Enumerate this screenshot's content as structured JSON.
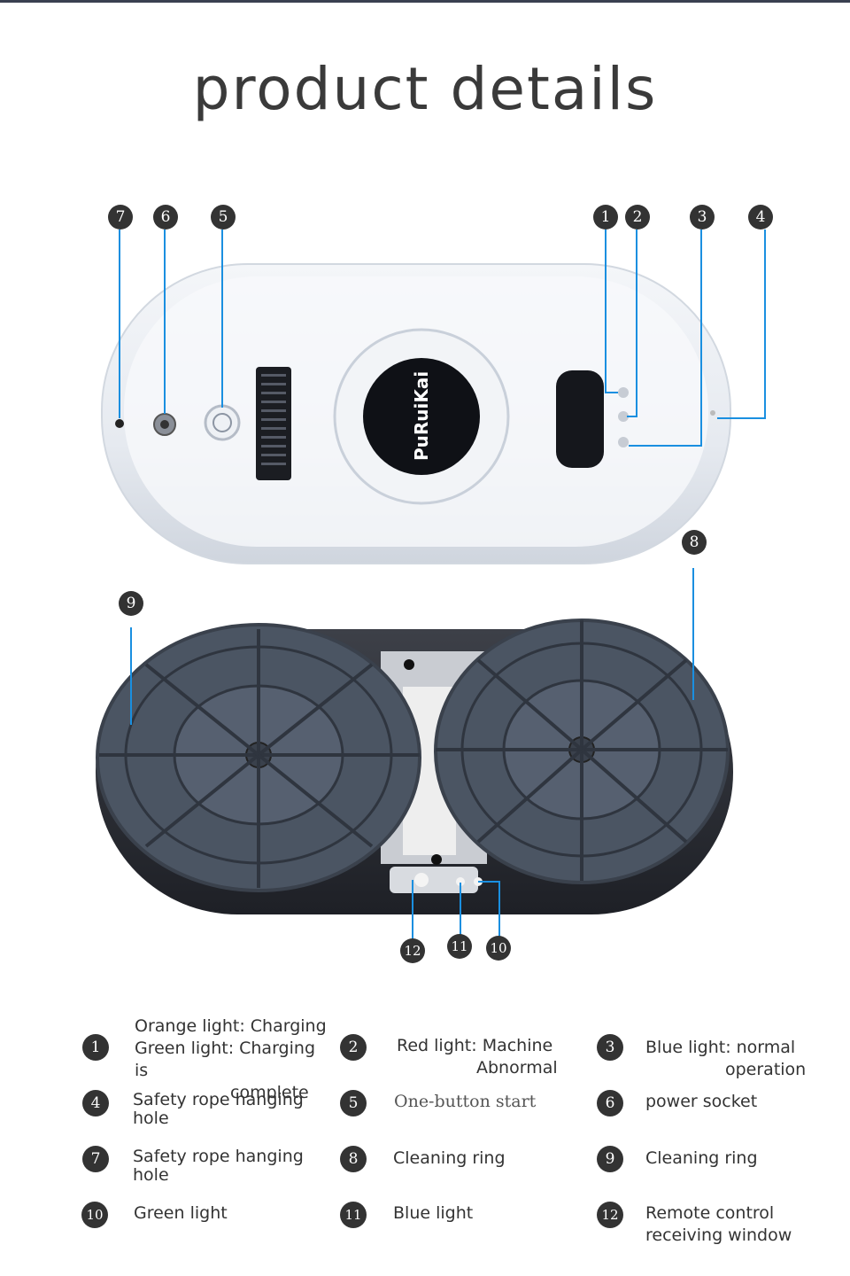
{
  "header": {
    "title": "product details"
  },
  "device": {
    "brand": "PuRuiKai"
  },
  "callouts": {
    "c1": "1",
    "c2": "2",
    "c3": "3",
    "c4": "4",
    "c5": "5",
    "c6": "6",
    "c7": "7",
    "c8": "8",
    "c9": "9",
    "c10": "10",
    "c11": "11",
    "c12": "12"
  },
  "legend": [
    {
      "num": "1",
      "lines": [
        "Orange light: Charging",
        "Green light: Charging is",
        "complete"
      ]
    },
    {
      "num": "2",
      "lines": [
        "Red light: Machine",
        "Abnormal"
      ]
    },
    {
      "num": "3",
      "lines": [
        "Blue light: normal",
        "operation"
      ]
    },
    {
      "num": "4",
      "lines": [
        "Safety rope hanging",
        "hole"
      ]
    },
    {
      "num": "5",
      "lines": [
        "One-button start"
      ]
    },
    {
      "num": "6",
      "lines": [
        "power socket"
      ]
    },
    {
      "num": "7",
      "lines": [
        "Safety rope hanging",
        "hole"
      ]
    },
    {
      "num": "8",
      "lines": [
        "Cleaning ring"
      ]
    },
    {
      "num": "9",
      "lines": [
        "Cleaning ring"
      ]
    },
    {
      "num": "10",
      "lines": [
        "Green light"
      ]
    },
    {
      "num": "11",
      "lines": [
        "Blue light"
      ]
    },
    {
      "num": "12",
      "lines": [
        "Remote control",
        "receiving window"
      ]
    }
  ],
  "colors": {
    "leader": "#1a8fe0",
    "callout_bg": "#333333",
    "pad": "#4b5563"
  }
}
